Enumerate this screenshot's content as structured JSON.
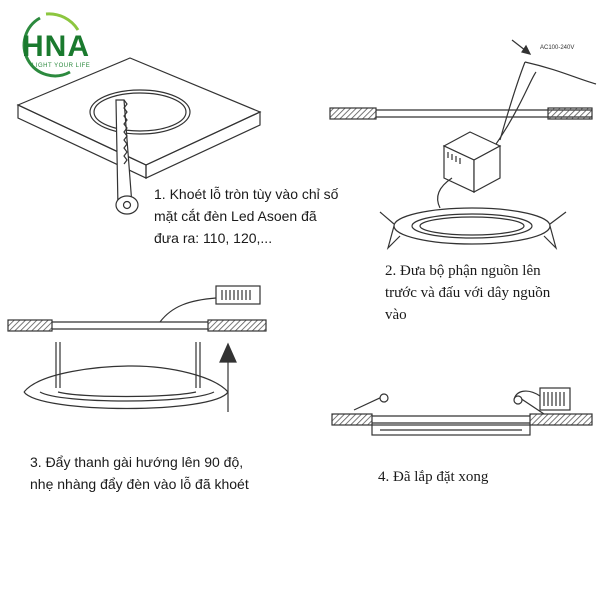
{
  "logo": {
    "brand": "HNA",
    "tagline": "LIGHT YOUR LIFE",
    "color": "#1a7a2e"
  },
  "steps": [
    {
      "lines": [
        "1. Khoét lỗ tròn tùy vào chỉ số",
        "mặt cắt đèn Led Asoen đã",
        "đưa ra: 110, 120,..."
      ]
    },
    {
      "lines": [
        "2. Đưa bộ phận nguồn lên",
        "trước và   đấu với dây nguồn",
        "vào"
      ]
    },
    {
      "lines": [
        "3. Đẩy thanh gài hướng lên 90 độ,",
        "nhẹ nhàng đẩy đèn vào lỗ đã khoét"
      ]
    },
    {
      "lines": [
        "4. Đã lắp đặt xong"
      ]
    }
  ],
  "voltage_label": "AC100-240V"
}
